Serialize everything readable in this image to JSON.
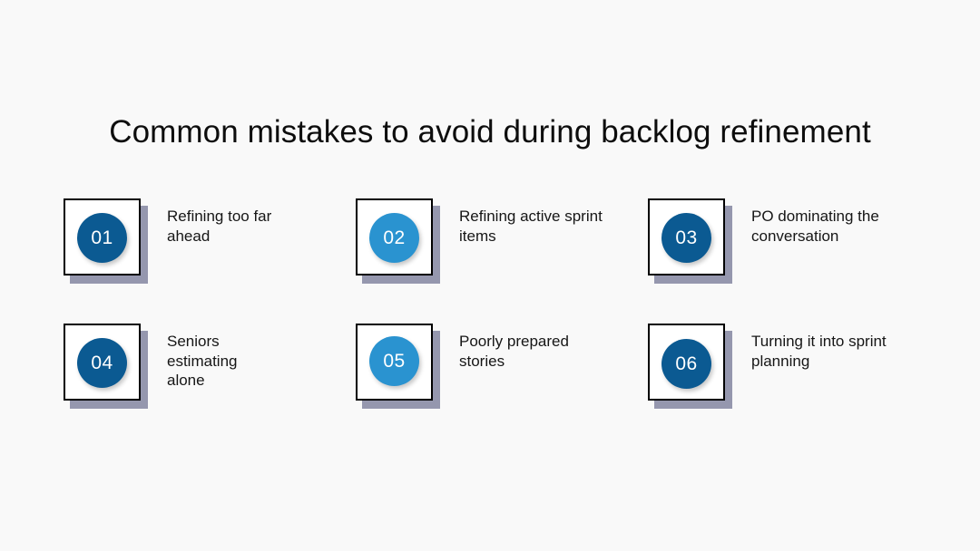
{
  "title": "Common mistakes to avoid during backlog refinement",
  "colors": {
    "background": "#f9f9f9",
    "dark_blue": "#0b5a92",
    "light_blue": "#2a93d0",
    "shadow": "#9597ae",
    "box_border": "#000000"
  },
  "items": [
    {
      "number": "01",
      "label": "Refining too far ahead",
      "color": "#0b5a92"
    },
    {
      "number": "02",
      "label": "Refining active sprint items",
      "color": "#2a93d0"
    },
    {
      "number": "03",
      "label": "PO dominating the conversation",
      "color": "#0b5a92"
    },
    {
      "number": "04",
      "label": "Seniors estimating alone",
      "color": "#0b5a92"
    },
    {
      "number": "05",
      "label": "Poorly prepared stories",
      "color": "#2a93d0"
    },
    {
      "number": "06",
      "label": "Turning it into sprint planning",
      "color": "#0b5a92"
    }
  ]
}
